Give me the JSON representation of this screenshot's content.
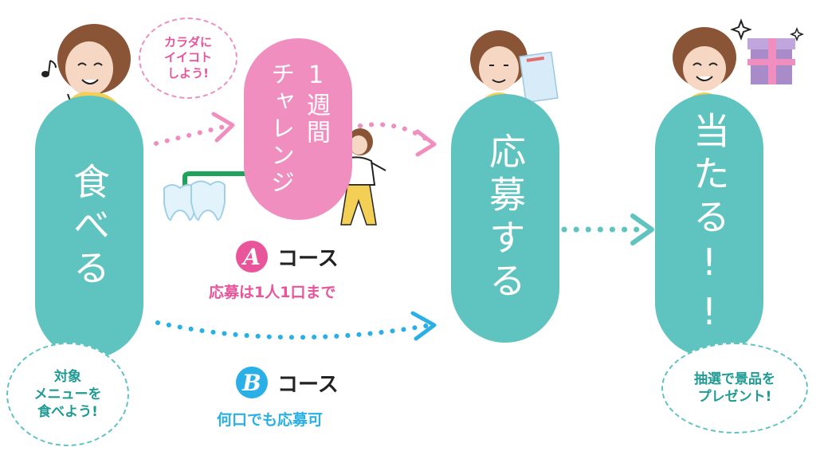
{
  "steps": {
    "eat": "食べる",
    "challenge": "1週間\nチャレンジ",
    "apply": "応募する",
    "win": "当たる!!"
  },
  "bubbles": {
    "healthy": "カラダに\nイイコト\nしよう!",
    "target_menu": "対象\nメニューを\n食べよう!",
    "prize": "抽選で景品を\nプレゼント!"
  },
  "courses": {
    "a": {
      "badge": "A",
      "label": "コース",
      "note": "応募は1人1口まで"
    },
    "b": {
      "badge": "B",
      "label": "コース",
      "note": "何口でも応募可"
    }
  },
  "colors": {
    "teal": "#5fc4c0",
    "pink": "#f08fbf",
    "pink_text": "#e8559a",
    "blue": "#2ab0e6",
    "skin": "#f5d7c3",
    "hair": "#8a5436",
    "yellow": "#f3cf56"
  },
  "icons": [
    "music-note-icon",
    "sparkle-icon",
    "gift-box-icon",
    "postcard-icon",
    "tooth-icon",
    "toothbrush-icon"
  ]
}
